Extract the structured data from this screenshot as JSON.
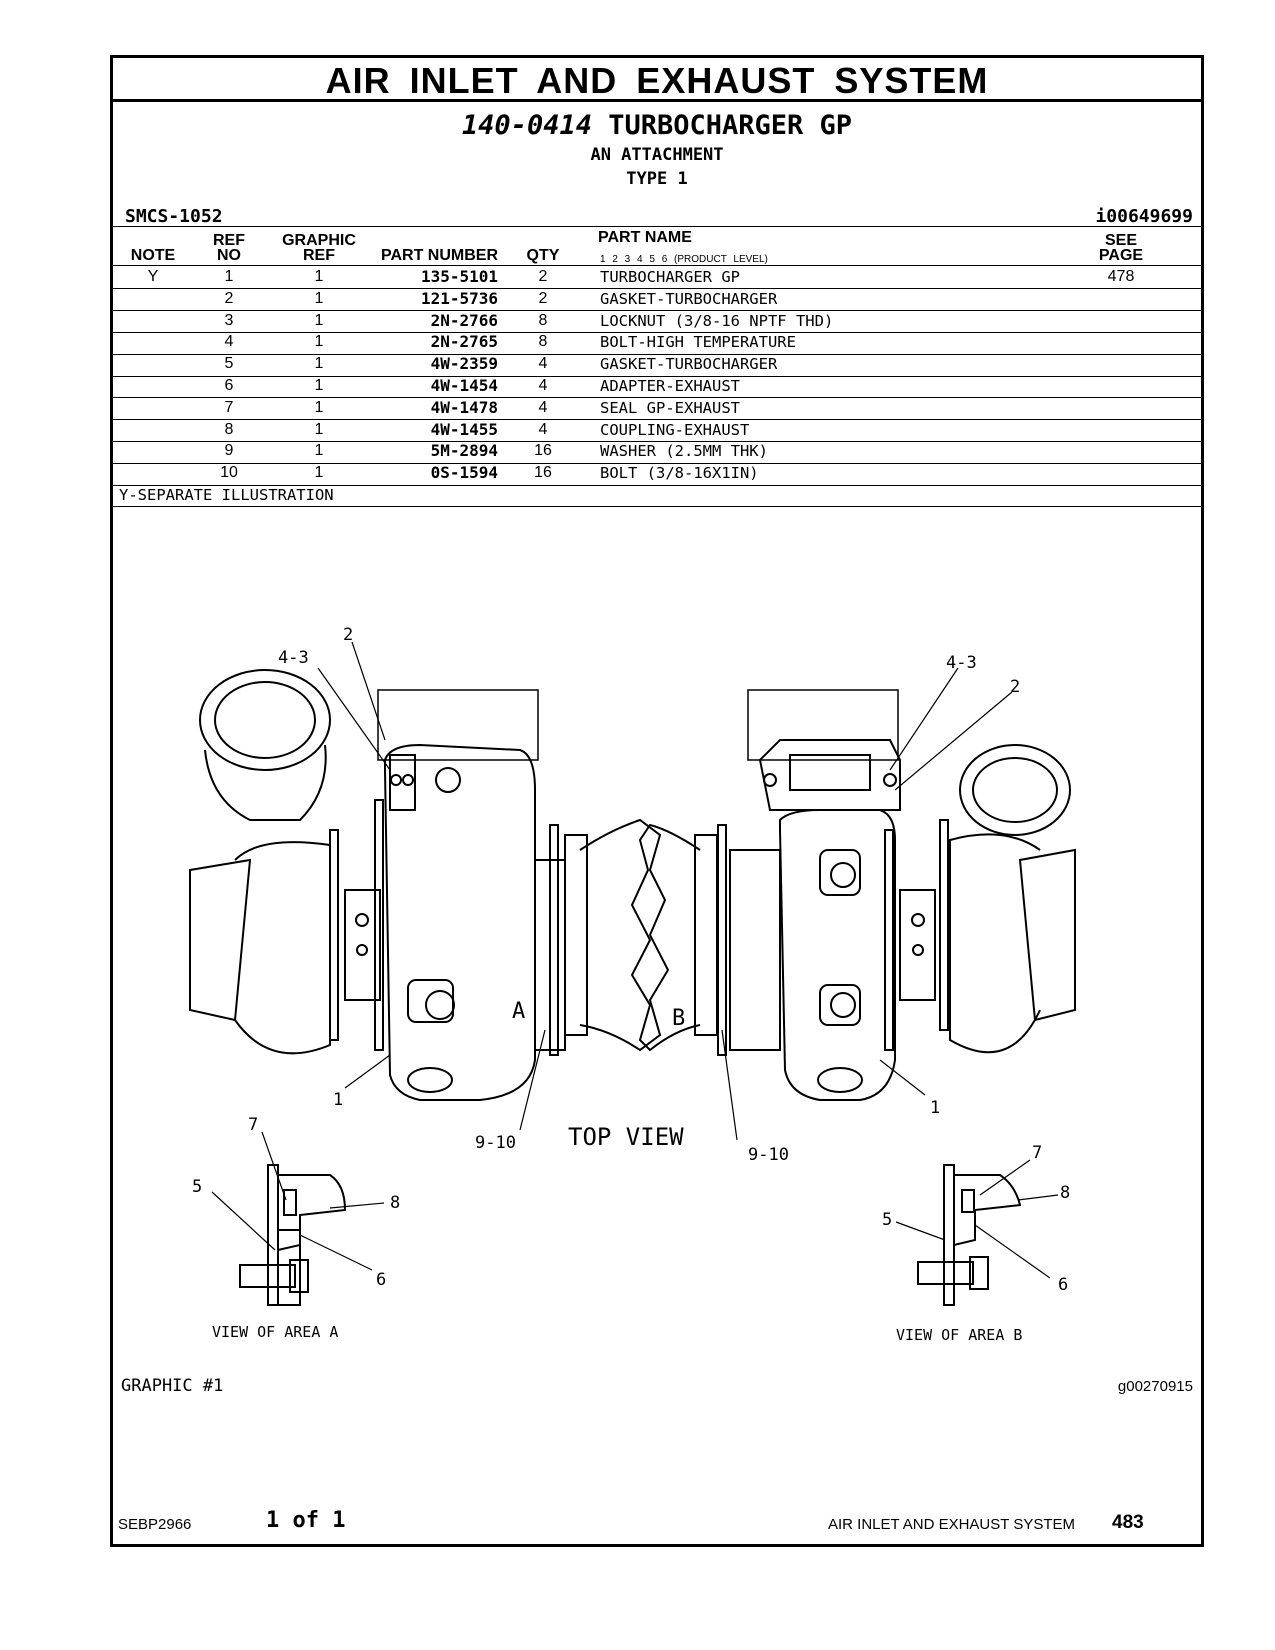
{
  "header": {
    "section_title": "AIR INLET AND EXHAUST SYSTEM",
    "group_number": "140-0414",
    "group_name": "TURBOCHARGER GP",
    "attachment": "AN ATTACHMENT",
    "type": "TYPE 1",
    "smcs": "SMCS-1052",
    "illustration_id": "i00649699"
  },
  "table": {
    "columns": {
      "note": "NOTE",
      "ref_no_1": "REF",
      "ref_no_2": "NO",
      "graphic_ref_1": "GRAPHIC",
      "graphic_ref_2": "REF",
      "part_number": "PART NUMBER",
      "qty": "QTY",
      "part_name": "PART NAME",
      "product_levels": "1  2  3  4  5  6  (PRODUCT LEVEL)",
      "see_page_1": "SEE",
      "see_page_2": "PAGE"
    },
    "rows": [
      {
        "note": "Y",
        "ref": "1",
        "graphic": "1",
        "part_number": "135-5101",
        "qty": "2",
        "name": "TURBOCHARGER GP",
        "see": "478"
      },
      {
        "note": "",
        "ref": "2",
        "graphic": "1",
        "part_number": "121-5736",
        "qty": "2",
        "name": "GASKET-TURBOCHARGER",
        "see": ""
      },
      {
        "note": "",
        "ref": "3",
        "graphic": "1",
        "part_number": "2N-2766",
        "qty": "8",
        "name": "LOCKNUT (3/8-16 NPTF THD)",
        "see": ""
      },
      {
        "note": "",
        "ref": "4",
        "graphic": "1",
        "part_number": "2N-2765",
        "qty": "8",
        "name": "BOLT-HIGH TEMPERATURE",
        "see": ""
      },
      {
        "note": "",
        "ref": "5",
        "graphic": "1",
        "part_number": "4W-2359",
        "qty": "4",
        "name": "GASKET-TURBOCHARGER",
        "see": ""
      },
      {
        "note": "",
        "ref": "6",
        "graphic": "1",
        "part_number": "4W-1454",
        "qty": "4",
        "name": "ADAPTER-EXHAUST",
        "see": ""
      },
      {
        "note": "",
        "ref": "7",
        "graphic": "1",
        "part_number": "4W-1478",
        "qty": "4",
        "name": "SEAL GP-EXHAUST",
        "see": ""
      },
      {
        "note": "",
        "ref": "8",
        "graphic": "1",
        "part_number": "4W-1455",
        "qty": "4",
        "name": "COUPLING-EXHAUST",
        "see": ""
      },
      {
        "note": "",
        "ref": "9",
        "graphic": "1",
        "part_number": "5M-2894",
        "qty": "16",
        "name": "WASHER (2.5MM THK)",
        "see": ""
      },
      {
        "note": "",
        "ref": "10",
        "graphic": "1",
        "part_number": "0S-1594",
        "qty": "16",
        "name": "BOLT (3/8-16X1IN)",
        "see": ""
      }
    ],
    "footnote": "Y-SEPARATE ILLUSTRATION"
  },
  "illustration": {
    "top_view": "TOP VIEW",
    "view_a": "VIEW OF AREA A",
    "view_b": "VIEW OF AREA B",
    "area_a": "A",
    "area_b": "B",
    "callouts": [
      "4-3",
      "2",
      "1",
      "9-10",
      "7",
      "5",
      "8",
      "6"
    ],
    "graphic_label": "GRAPHIC #1",
    "graphic_id": "g00270915"
  },
  "footer": {
    "doc_number": "SEBP2966",
    "page_of": "1 of 1",
    "section": "AIR INLET AND EXHAUST SYSTEM",
    "page": "483"
  }
}
